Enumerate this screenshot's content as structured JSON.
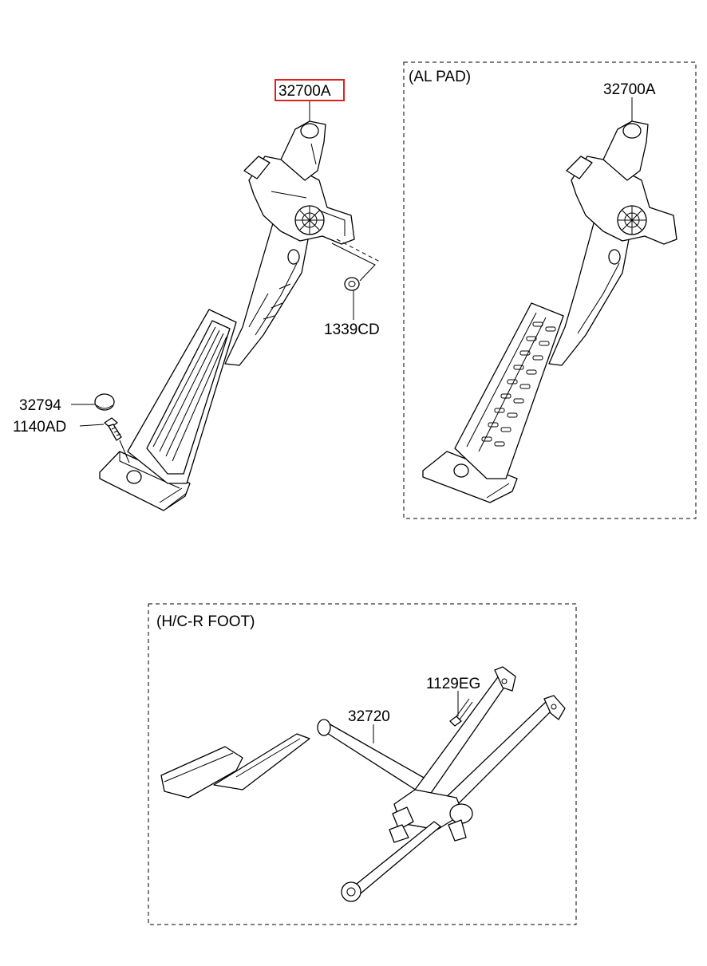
{
  "main_view": {
    "labels": {
      "accel_pedal_assy": "32700A",
      "nut": "1339CD",
      "stopper": "32794",
      "bolt": "1140AD"
    },
    "highlight_color": "#e02020"
  },
  "al_pad_view": {
    "title": "(AL PAD)",
    "labels": {
      "accel_pedal_assy": "32700A"
    }
  },
  "hcr_foot_view": {
    "title": "(H/C-R FOOT)",
    "labels": {
      "foot_rest": "32720",
      "screw": "1129EG"
    }
  }
}
